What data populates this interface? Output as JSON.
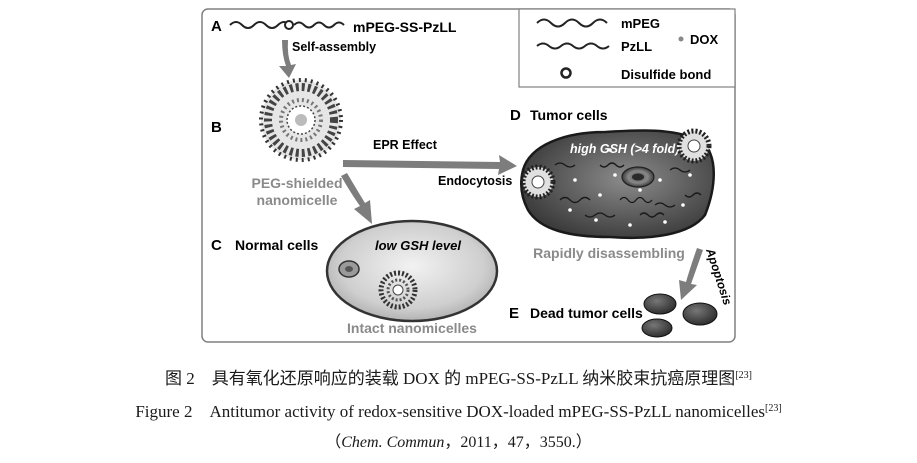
{
  "panels": {
    "a": {
      "letter": "A",
      "label": "mPEG-SS-PzLL",
      "step": "Self-assembly"
    },
    "b": {
      "letter": "B",
      "label_line1": "PEG-shielded",
      "label_line2": "nanomicelle"
    },
    "c": {
      "letter": "C",
      "title": "Normal cells",
      "inner": "low GSH level",
      "below": "Intact nanomicelles"
    },
    "d": {
      "letter": "D",
      "title": "Tumor cells",
      "inner": "high GSH (>4 fold)",
      "below": "Rapidly disassembling"
    },
    "e": {
      "letter": "E",
      "title": "Dead tumor cells"
    }
  },
  "arrows": {
    "epr": "EPR Effect",
    "endocytosis": "Endocytosis",
    "apoptosis": "Apoptosis"
  },
  "legend": {
    "mpeg": "mPEG",
    "pzll": "PzLL",
    "dox": "DOX",
    "disulfide": "Disulfide bond"
  },
  "caption": {
    "cn_prefix": "图 2　具有氧化还原响应的装载 DOX 的 mPEG-SS-PzLL 纳米胶束抗癌原理图",
    "cn_ref": "[23]",
    "en_prefix": "Figure 2　Antitumor activity of redox-sensitive DOX-loaded mPEG-SS-PzLL nanomicelles",
    "en_ref": "[23]",
    "src_open": "（",
    "src_journal": "Chem. Commun",
    "src_rest": "，2011，47，3550.）"
  },
  "colors": {
    "frame": "#808080",
    "arrow": "#7d7d7d",
    "cell_fill": "#cfcfcf",
    "tumor_fill": "#595959",
    "dark": "#222222"
  }
}
